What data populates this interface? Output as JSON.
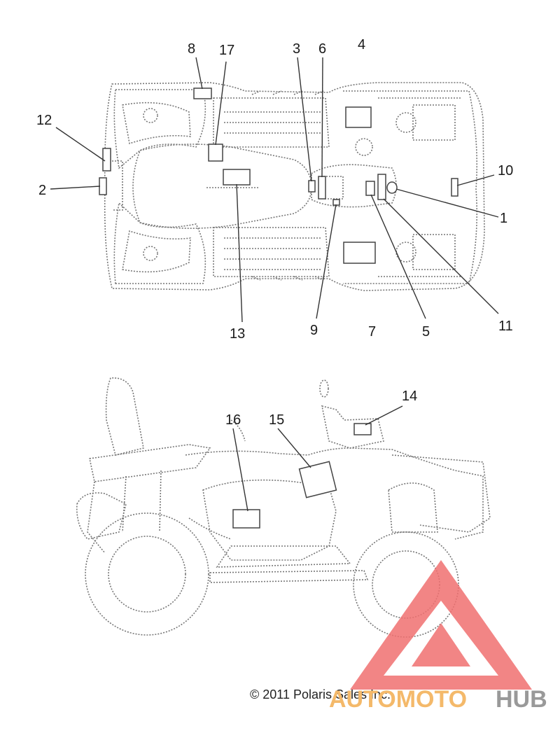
{
  "callouts": {
    "c1": "1",
    "c2": "2",
    "c3": "3",
    "c4": "4",
    "c5": "5",
    "c6": "6",
    "c7": "7",
    "c8": "8",
    "c9": "9",
    "c10": "10",
    "c11": "11",
    "c12": "12",
    "c13": "13",
    "c14": "14",
    "c15": "15",
    "c16": "16",
    "c17": "17"
  },
  "copyright": "© 2011 Polaris Sales Inc.",
  "watermark": {
    "part1": "AUTOMOTO",
    "part2": "HUB",
    "colors": {
      "triangle": "#f07070",
      "auto": "#f4b96a",
      "hub": "#999999"
    }
  }
}
